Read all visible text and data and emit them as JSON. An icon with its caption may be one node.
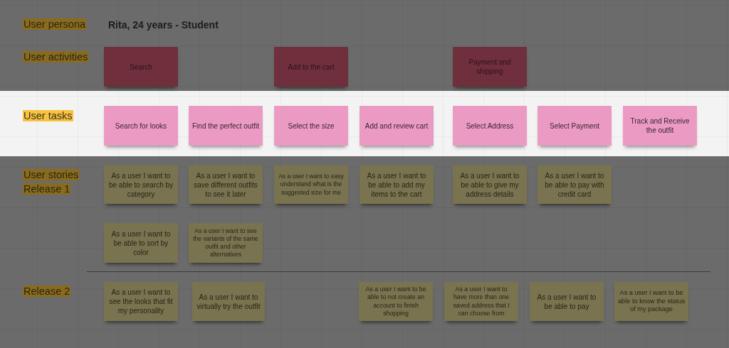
{
  "diagram": {
    "nodes": [
      {
        "text": [
          "Search"
        ]
      },
      {
        "text": [
          "Add to the cart"
        ]
      },
      {
        "text": [
          "Payment and shipping"
        ]
      },
      {
        "text": [
          "Search for looks"
        ]
      },
      {
        "text": [
          "Find the perfect outfit"
        ]
      },
      {
        "text": [
          "Select the size"
        ]
      },
      {
        "text": [
          "Add and review cart"
        ]
      },
      {
        "text": [
          "Select Address"
        ]
      },
      {
        "text": [
          "Select Payment"
        ]
      },
      {
        "text": [
          "Track and Receive the outfit"
        ]
      },
      {
        "text": [
          "As a user I want to be able to search by category"
        ]
      },
      {
        "text": [
          "As a user I want to save different outfits to see it later"
        ]
      },
      {
        "text": [
          "As a user I want to easy understand what is the suggested size for me"
        ]
      },
      {
        "text": [
          "As a user I want to be able to add my items to the cart"
        ]
      },
      {
        "text": [
          "As a user I want to be able to give my address details"
        ]
      },
      {
        "text": [
          "As a user I want to be able to pay with credit card"
        ]
      },
      {
        "text": [
          "As a user I want to be able to sort by color"
        ]
      },
      {
        "text": [
          "As a user I want to see the variants of the same outfit and other alternatives"
        ]
      },
      {
        "text": [
          "As a user I want to see the looks that fit my personality"
        ]
      },
      {
        "text": [
          "As a user I want to virtually try the outfit"
        ]
      },
      {
        "text": [
          "As a user I want to be able to not create an account to finish shopping"
        ]
      },
      {
        "text": [
          "As a user I want to have more than one saved address that I can choose from"
        ]
      },
      {
        "text": [
          "As a user I want to be able to pay"
        ]
      },
      {
        "text": [
          "As a user I want to be able to know the status of my package"
        ]
      }
    ],
    "labels": [
      "User persona",
      "Rita, 24 years - Student",
      "User activities",
      "User tasks",
      "User stories Release 1",
      "Release 2"
    ]
  }
}
